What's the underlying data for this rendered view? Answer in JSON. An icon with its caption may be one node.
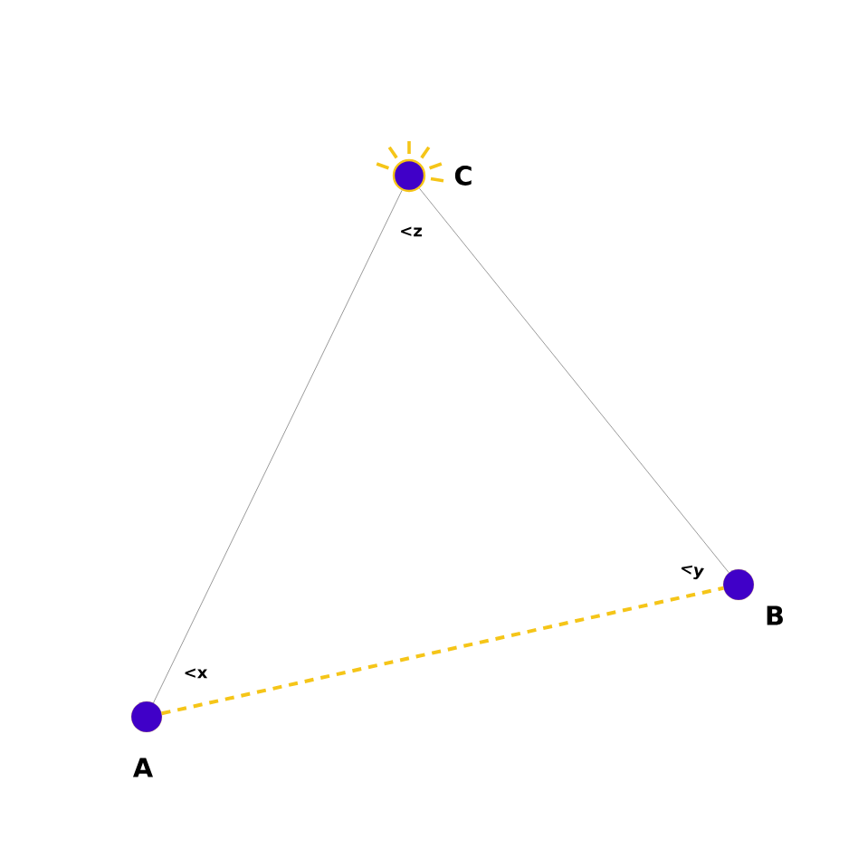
{
  "diagram": {
    "nodes": [
      {
        "text": [
          "A"
        ]
      },
      {
        "text": [
          "B"
        ]
      },
      {
        "text": [
          "C"
        ]
      }
    ],
    "edges": [
      {
        "from": 0,
        "to": 2,
        "arrow": "none"
      },
      {
        "from": 2,
        "to": 1,
        "arrow": "none"
      },
      {
        "from": 0,
        "to": 1,
        "arrow": "none",
        "style": "dashed",
        "color": "#f5c518"
      }
    ],
    "labels": [
      "<z",
      "<x",
      "<y"
    ]
  }
}
